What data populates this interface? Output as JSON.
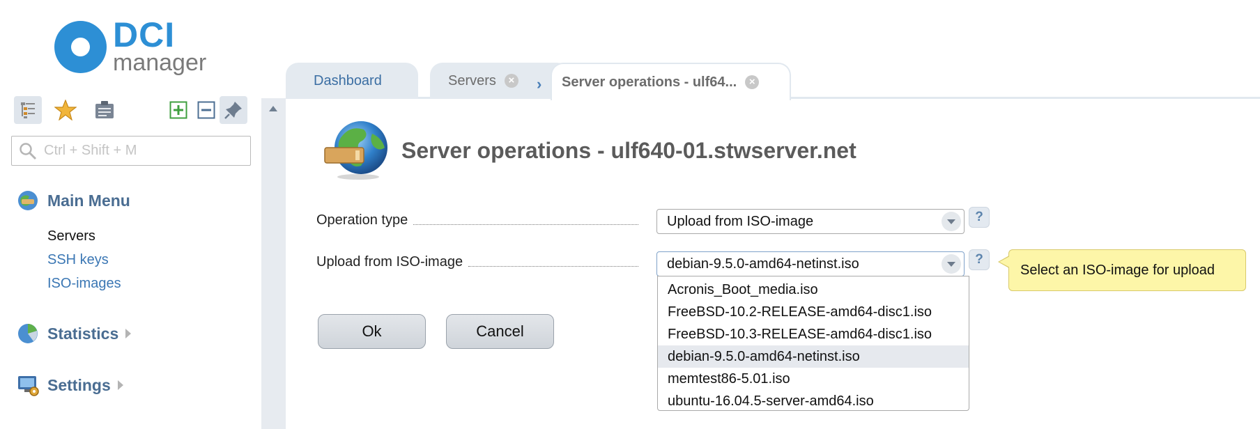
{
  "app": {
    "logo_primary": "DCI",
    "logo_secondary": "manager"
  },
  "sidebar": {
    "search_placeholder": "Ctrl + Shift + M",
    "toolbar_icons": [
      "tree-icon",
      "star-icon",
      "clipboard-icon",
      "plus-icon",
      "minus-icon",
      "pin-icon"
    ],
    "sections": [
      {
        "title": "Main Menu",
        "icon": "globe-menu-icon",
        "items": [
          {
            "label": "Servers",
            "current": true
          },
          {
            "label": "SSH keys",
            "current": false
          },
          {
            "label": "ISO-images",
            "current": false
          }
        ]
      },
      {
        "title": "Statistics",
        "icon": "pie-chart-icon"
      },
      {
        "title": "Settings",
        "icon": "monitor-gear-icon"
      }
    ]
  },
  "tabs": [
    {
      "label": "Dashboard",
      "closable": false
    },
    {
      "label": "Servers",
      "closable": true
    },
    {
      "label": "Server operations - ulf64...",
      "closable": true,
      "active": true
    }
  ],
  "page": {
    "title": "Server operations - ulf640-01.stwserver.net",
    "icon": "globe-drive-icon"
  },
  "form": {
    "operation_type": {
      "label": "Operation type",
      "value": "Upload from ISO-image"
    },
    "iso_image": {
      "label": "Upload from ISO-image",
      "value": "debian-9.5.0-amd64-netinst.iso",
      "options": [
        "Acronis_Boot_media.iso",
        "FreeBSD-10.2-RELEASE-amd64-disc1.iso",
        "FreeBSD-10.3-RELEASE-amd64-disc1.iso",
        "debian-9.5.0-amd64-netinst.iso",
        "memtest86-5.01.iso",
        "ubuntu-16.04.5-server-amd64.iso"
      ],
      "selected_index": 3,
      "tooltip": "Select an ISO-image for upload"
    },
    "help_label": "?",
    "ok_label": "Ok",
    "cancel_label": "Cancel"
  },
  "colors": {
    "accent": "#2d8fd5",
    "section_title": "#4a6d92",
    "link": "#3b77b4",
    "tooltip_bg": "#fdf6a8"
  }
}
